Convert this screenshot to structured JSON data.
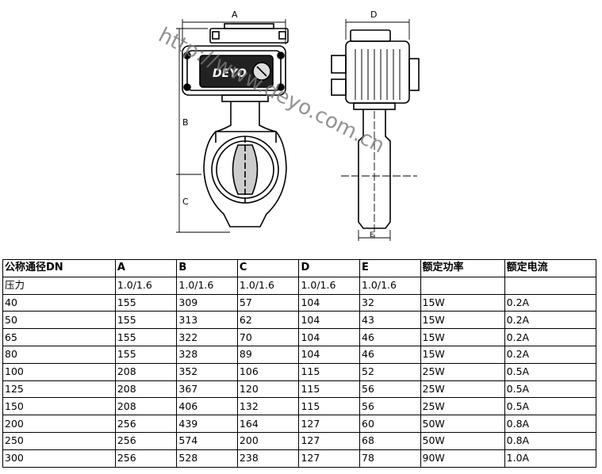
{
  "drawing": {
    "dimension_labels": {
      "A": "A",
      "B": "B",
      "C": "C",
      "D": "D",
      "E": "E"
    },
    "logo_text": "DEYO",
    "watermark": "http://www.deyo.com.cn"
  },
  "table": {
    "headers": [
      "公称通径DN",
      "A",
      "B",
      "C",
      "D",
      "E",
      "额定功率",
      "额定电流"
    ],
    "pressure_row": [
      "压力",
      "1.0/1.6",
      "1.0/1.6",
      "1.0/1.6",
      "1.0/1.6",
      "1.0/1.6",
      "",
      ""
    ],
    "rows": [
      [
        "40",
        "155",
        "309",
        "57",
        "104",
        "32",
        "15W",
        "0.2A"
      ],
      [
        "50",
        "155",
        "313",
        "62",
        "104",
        "43",
        "15W",
        "0.2A"
      ],
      [
        "65",
        "155",
        "322",
        "70",
        "104",
        "46",
        "15W",
        "0.2A"
      ],
      [
        "80",
        "155",
        "328",
        "89",
        "104",
        "46",
        "15W",
        "0.2A"
      ],
      [
        "100",
        "208",
        "352",
        "106",
        "115",
        "52",
        "25W",
        "0.5A"
      ],
      [
        "125",
        "208",
        "367",
        "120",
        "115",
        "56",
        "25W",
        "0.5A"
      ],
      [
        "150",
        "208",
        "406",
        "132",
        "115",
        "56",
        "25W",
        "0.5A"
      ],
      [
        "200",
        "256",
        "439",
        "164",
        "127",
        "60",
        "50W",
        "0.8A"
      ],
      [
        "250",
        "256",
        "574",
        "200",
        "127",
        "68",
        "50W",
        "0.8A"
      ],
      [
        "300",
        "256",
        "528",
        "238",
        "127",
        "78",
        "90W",
        "1.0A"
      ]
    ]
  }
}
